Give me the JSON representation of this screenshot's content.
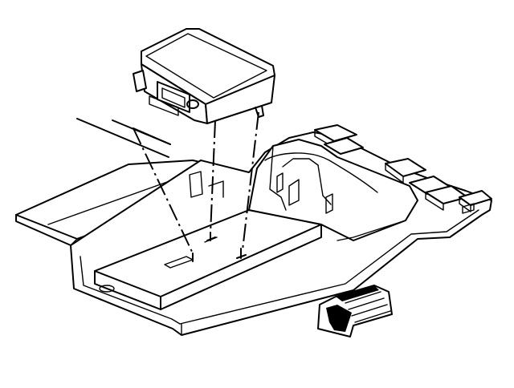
{
  "diagram": {
    "ink_color": "#000000",
    "paper_color": "#ffffff",
    "parts": [
      "control-module",
      "floor-console-pan",
      "mounting-studs",
      "alignment-leader-lines",
      "front-direction-arrow"
    ]
  }
}
